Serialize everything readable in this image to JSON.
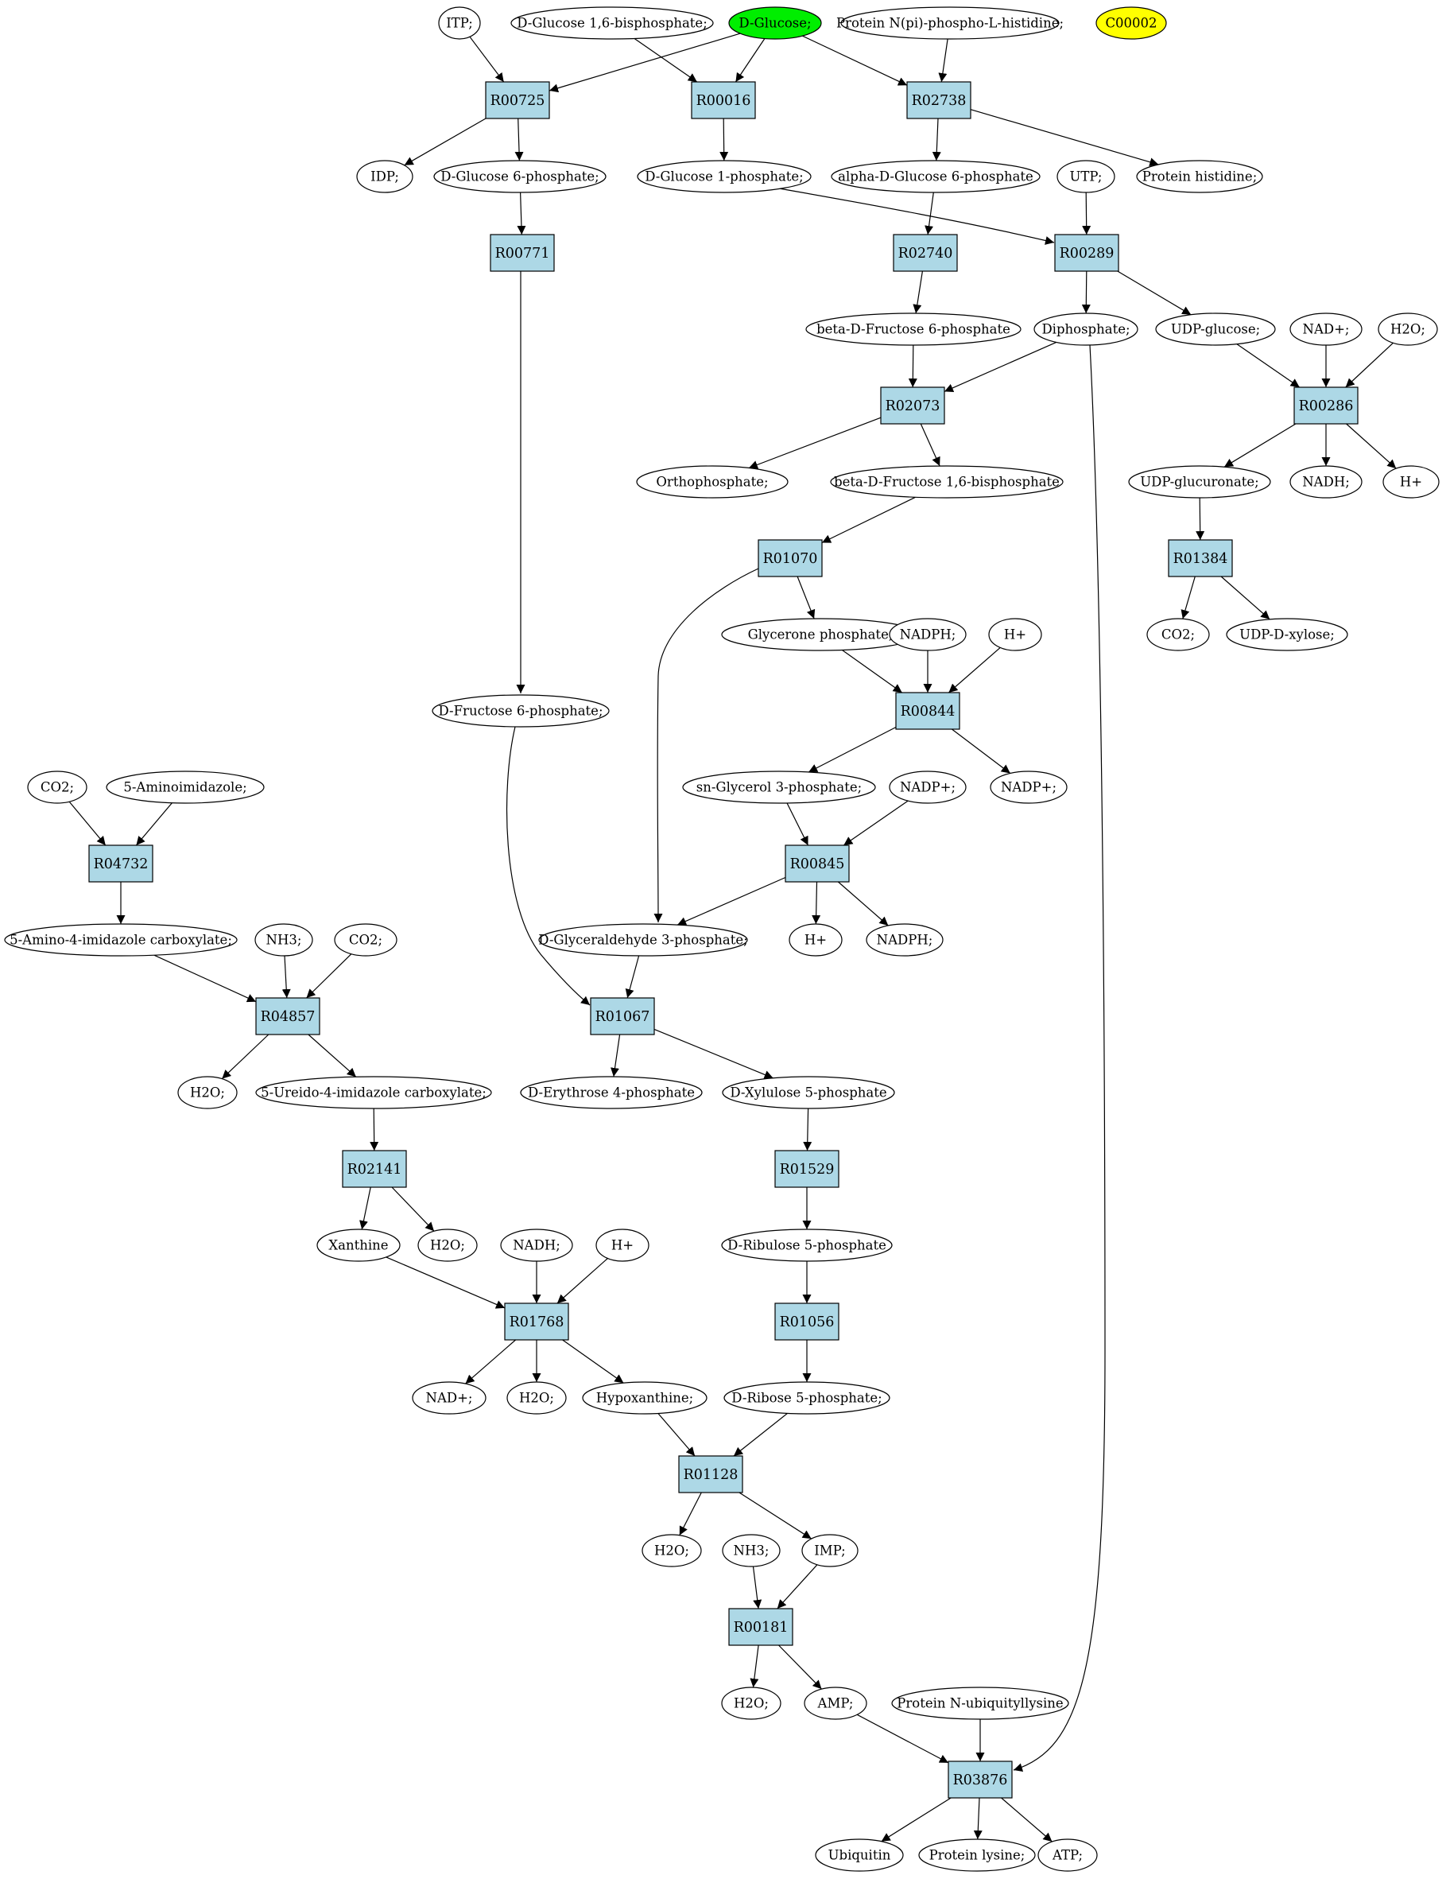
{
  "colors": {
    "reaction_fill": "#add8e6",
    "source_fill": "#00ee00",
    "highlight_fill": "#ffff00",
    "stroke": "#000000",
    "background": "#ffffff"
  },
  "compounds": {
    "itp": "ITP;",
    "glc16bp": "D-Glucose 1,6-bisphosphate;",
    "glucose": "D-Glucose;",
    "protphis": "Protein N(pi)-phospho-L-histidine;",
    "c00002": "C00002",
    "idp": "IDP;",
    "g6p": "D-Glucose 6-phosphate;",
    "g1p": "D-Glucose 1-phosphate;",
    "ag6p": "alpha-D-Glucose 6-phosphate",
    "utp": "UTP;",
    "prothis": "Protein histidine;",
    "bf6p": "beta-D-Fructose 6-phosphate",
    "diphos": "Diphosphate;",
    "udpglc": "UDP-glucose;",
    "nadp_top": "NAD+;",
    "h2o_top": "H2O;",
    "orthophos": "Orthophosphate;",
    "bf16bp": "beta-D-Fructose 1,6-bisphosphate",
    "udpglcua": "UDP-glucuronate;",
    "nadh_top": "NADH;",
    "hplus_top": "H+",
    "glyceroneP": "Glycerone phosphate;",
    "nadph_a": "NADPH;",
    "hplus_a": "H+",
    "co2_right": "CO2;",
    "udpxyl": "UDP-D-xylose;",
    "f6p": "D-Fructose 6-phosphate;",
    "snG3P": "sn-Glycerol 3-phosphate;",
    "nadpplus_a": "NADP+;",
    "nadpplus_b": "NADP+;",
    "co2_left": "CO2;",
    "aminoimid": "5-Aminoimidazole;",
    "g3p": "D-Glyceraldehyde 3-phosphate;",
    "hplus_b": "H+",
    "nadph_b": "NADPH;",
    "aicarbox": "5-Amino-4-imidazole carboxylate;",
    "nh3_a": "NH3;",
    "co2_mid": "CO2;",
    "h2o_a": "H2O;",
    "ureido": "5-Ureido-4-imidazole carboxylate;",
    "e4p": "D-Erythrose 4-phosphate",
    "x5p": "D-Xylulose 5-phosphate",
    "xanthine": "Xanthine",
    "h2o_b": "H2O;",
    "nadh_b": "NADH;",
    "hplus_c": "H+",
    "ru5p": "D-Ribulose 5-phosphate",
    "nadplus_c": "NAD+;",
    "h2o_c": "H2O;",
    "hypox": "Hypoxanthine;",
    "r5p": "D-Ribose 5-phosphate;",
    "h2o_d": "H2O;",
    "nh3_b": "NH3;",
    "imp": "IMP;",
    "h2o_e": "H2O;",
    "amp": "AMP;",
    "protubq": "Protein N-ubiquityllysine",
    "ubiquitin": "Ubiquitin",
    "protlys": "Protein lysine;",
    "atp": "ATP;"
  },
  "reactions": {
    "r00725": "R00725",
    "r00016": "R00016",
    "r02738": "R02738",
    "r00771": "R00771",
    "r02740": "R02740",
    "r00289": "R00289",
    "r02073": "R02073",
    "r00286": "R00286",
    "r01070": "R01070",
    "r01384": "R01384",
    "r00844": "R00844",
    "r04732": "R04732",
    "r00845": "R00845",
    "r04857": "R04857",
    "r01067": "R01067",
    "r02141": "R02141",
    "r01529": "R01529",
    "r01768": "R01768",
    "r01056": "R01056",
    "r01128": "R01128",
    "r00181": "R00181",
    "r03876": "R03876"
  },
  "edges": [
    [
      "itp",
      "r00725"
    ],
    [
      "glucose",
      "r00725"
    ],
    [
      "r00725",
      "idp"
    ],
    [
      "r00725",
      "g6p"
    ],
    [
      "glc16bp",
      "r00016"
    ],
    [
      "glucose",
      "r00016"
    ],
    [
      "r00016",
      "g1p"
    ],
    [
      "glucose",
      "r02738"
    ],
    [
      "protphis",
      "r02738"
    ],
    [
      "r02738",
      "ag6p"
    ],
    [
      "r02738",
      "prothis"
    ],
    [
      "g6p",
      "r00771"
    ],
    [
      "r00771",
      "f6p"
    ],
    [
      "ag6p",
      "r02740"
    ],
    [
      "r02740",
      "bf6p"
    ],
    [
      "g1p",
      "r00289"
    ],
    [
      "utp",
      "r00289"
    ],
    [
      "r00289",
      "diphos"
    ],
    [
      "r00289",
      "udpglc"
    ],
    [
      "bf6p",
      "r02073"
    ],
    [
      "diphos",
      "r02073"
    ],
    [
      "r02073",
      "orthophos"
    ],
    [
      "r02073",
      "bf16bp"
    ],
    [
      "udpglc",
      "r00286"
    ],
    [
      "nadp_top",
      "r00286"
    ],
    [
      "h2o_top",
      "r00286"
    ],
    [
      "r00286",
      "udpglcua"
    ],
    [
      "r00286",
      "nadh_top"
    ],
    [
      "r00286",
      "hplus_top"
    ],
    [
      "bf16bp",
      "r01070"
    ],
    [
      "r01070",
      "glyceroneP"
    ],
    [
      "r01070",
      "g3p"
    ],
    [
      "udpglcua",
      "r01384"
    ],
    [
      "r01384",
      "co2_right"
    ],
    [
      "r01384",
      "udpxyl"
    ],
    [
      "glyceroneP",
      "r00844"
    ],
    [
      "nadph_a",
      "r00844"
    ],
    [
      "hplus_a",
      "r00844"
    ],
    [
      "r00844",
      "snG3P"
    ],
    [
      "r00844",
      "nadpplus_b"
    ],
    [
      "co2_left",
      "r04732"
    ],
    [
      "aminoimid",
      "r04732"
    ],
    [
      "r04732",
      "aicarbox"
    ],
    [
      "snG3P",
      "r00845"
    ],
    [
      "nadpplus_a",
      "r00845"
    ],
    [
      "r00845",
      "g3p"
    ],
    [
      "r00845",
      "hplus_b"
    ],
    [
      "r00845",
      "nadph_b"
    ],
    [
      "aicarbox",
      "r04857"
    ],
    [
      "nh3_a",
      "r04857"
    ],
    [
      "co2_mid",
      "r04857"
    ],
    [
      "r04857",
      "h2o_a"
    ],
    [
      "r04857",
      "ureido"
    ],
    [
      "f6p",
      "r01067"
    ],
    [
      "g3p",
      "r01067"
    ],
    [
      "r01067",
      "e4p"
    ],
    [
      "r01067",
      "x5p"
    ],
    [
      "ureido",
      "r02141"
    ],
    [
      "r02141",
      "xanthine"
    ],
    [
      "r02141",
      "h2o_b"
    ],
    [
      "x5p",
      "r01529"
    ],
    [
      "r01529",
      "ru5p"
    ],
    [
      "xanthine",
      "r01768"
    ],
    [
      "nadh_b",
      "r01768"
    ],
    [
      "hplus_c",
      "r01768"
    ],
    [
      "r01768",
      "nadplus_c"
    ],
    [
      "r01768",
      "h2o_c"
    ],
    [
      "r01768",
      "hypox"
    ],
    [
      "ru5p",
      "r01056"
    ],
    [
      "r01056",
      "r5p"
    ],
    [
      "hypox",
      "r01128"
    ],
    [
      "r5p",
      "r01128"
    ],
    [
      "r01128",
      "h2o_d"
    ],
    [
      "r01128",
      "imp"
    ],
    [
      "nh3_b",
      "r00181"
    ],
    [
      "imp",
      "r00181"
    ],
    [
      "r00181",
      "h2o_e"
    ],
    [
      "r00181",
      "amp"
    ],
    [
      "amp",
      "r03876"
    ],
    [
      "protubq",
      "r03876"
    ],
    [
      "diphos",
      "r03876"
    ],
    [
      "r03876",
      "ubiquitin"
    ],
    [
      "r03876",
      "protlys"
    ],
    [
      "r03876",
      "atp"
    ]
  ]
}
